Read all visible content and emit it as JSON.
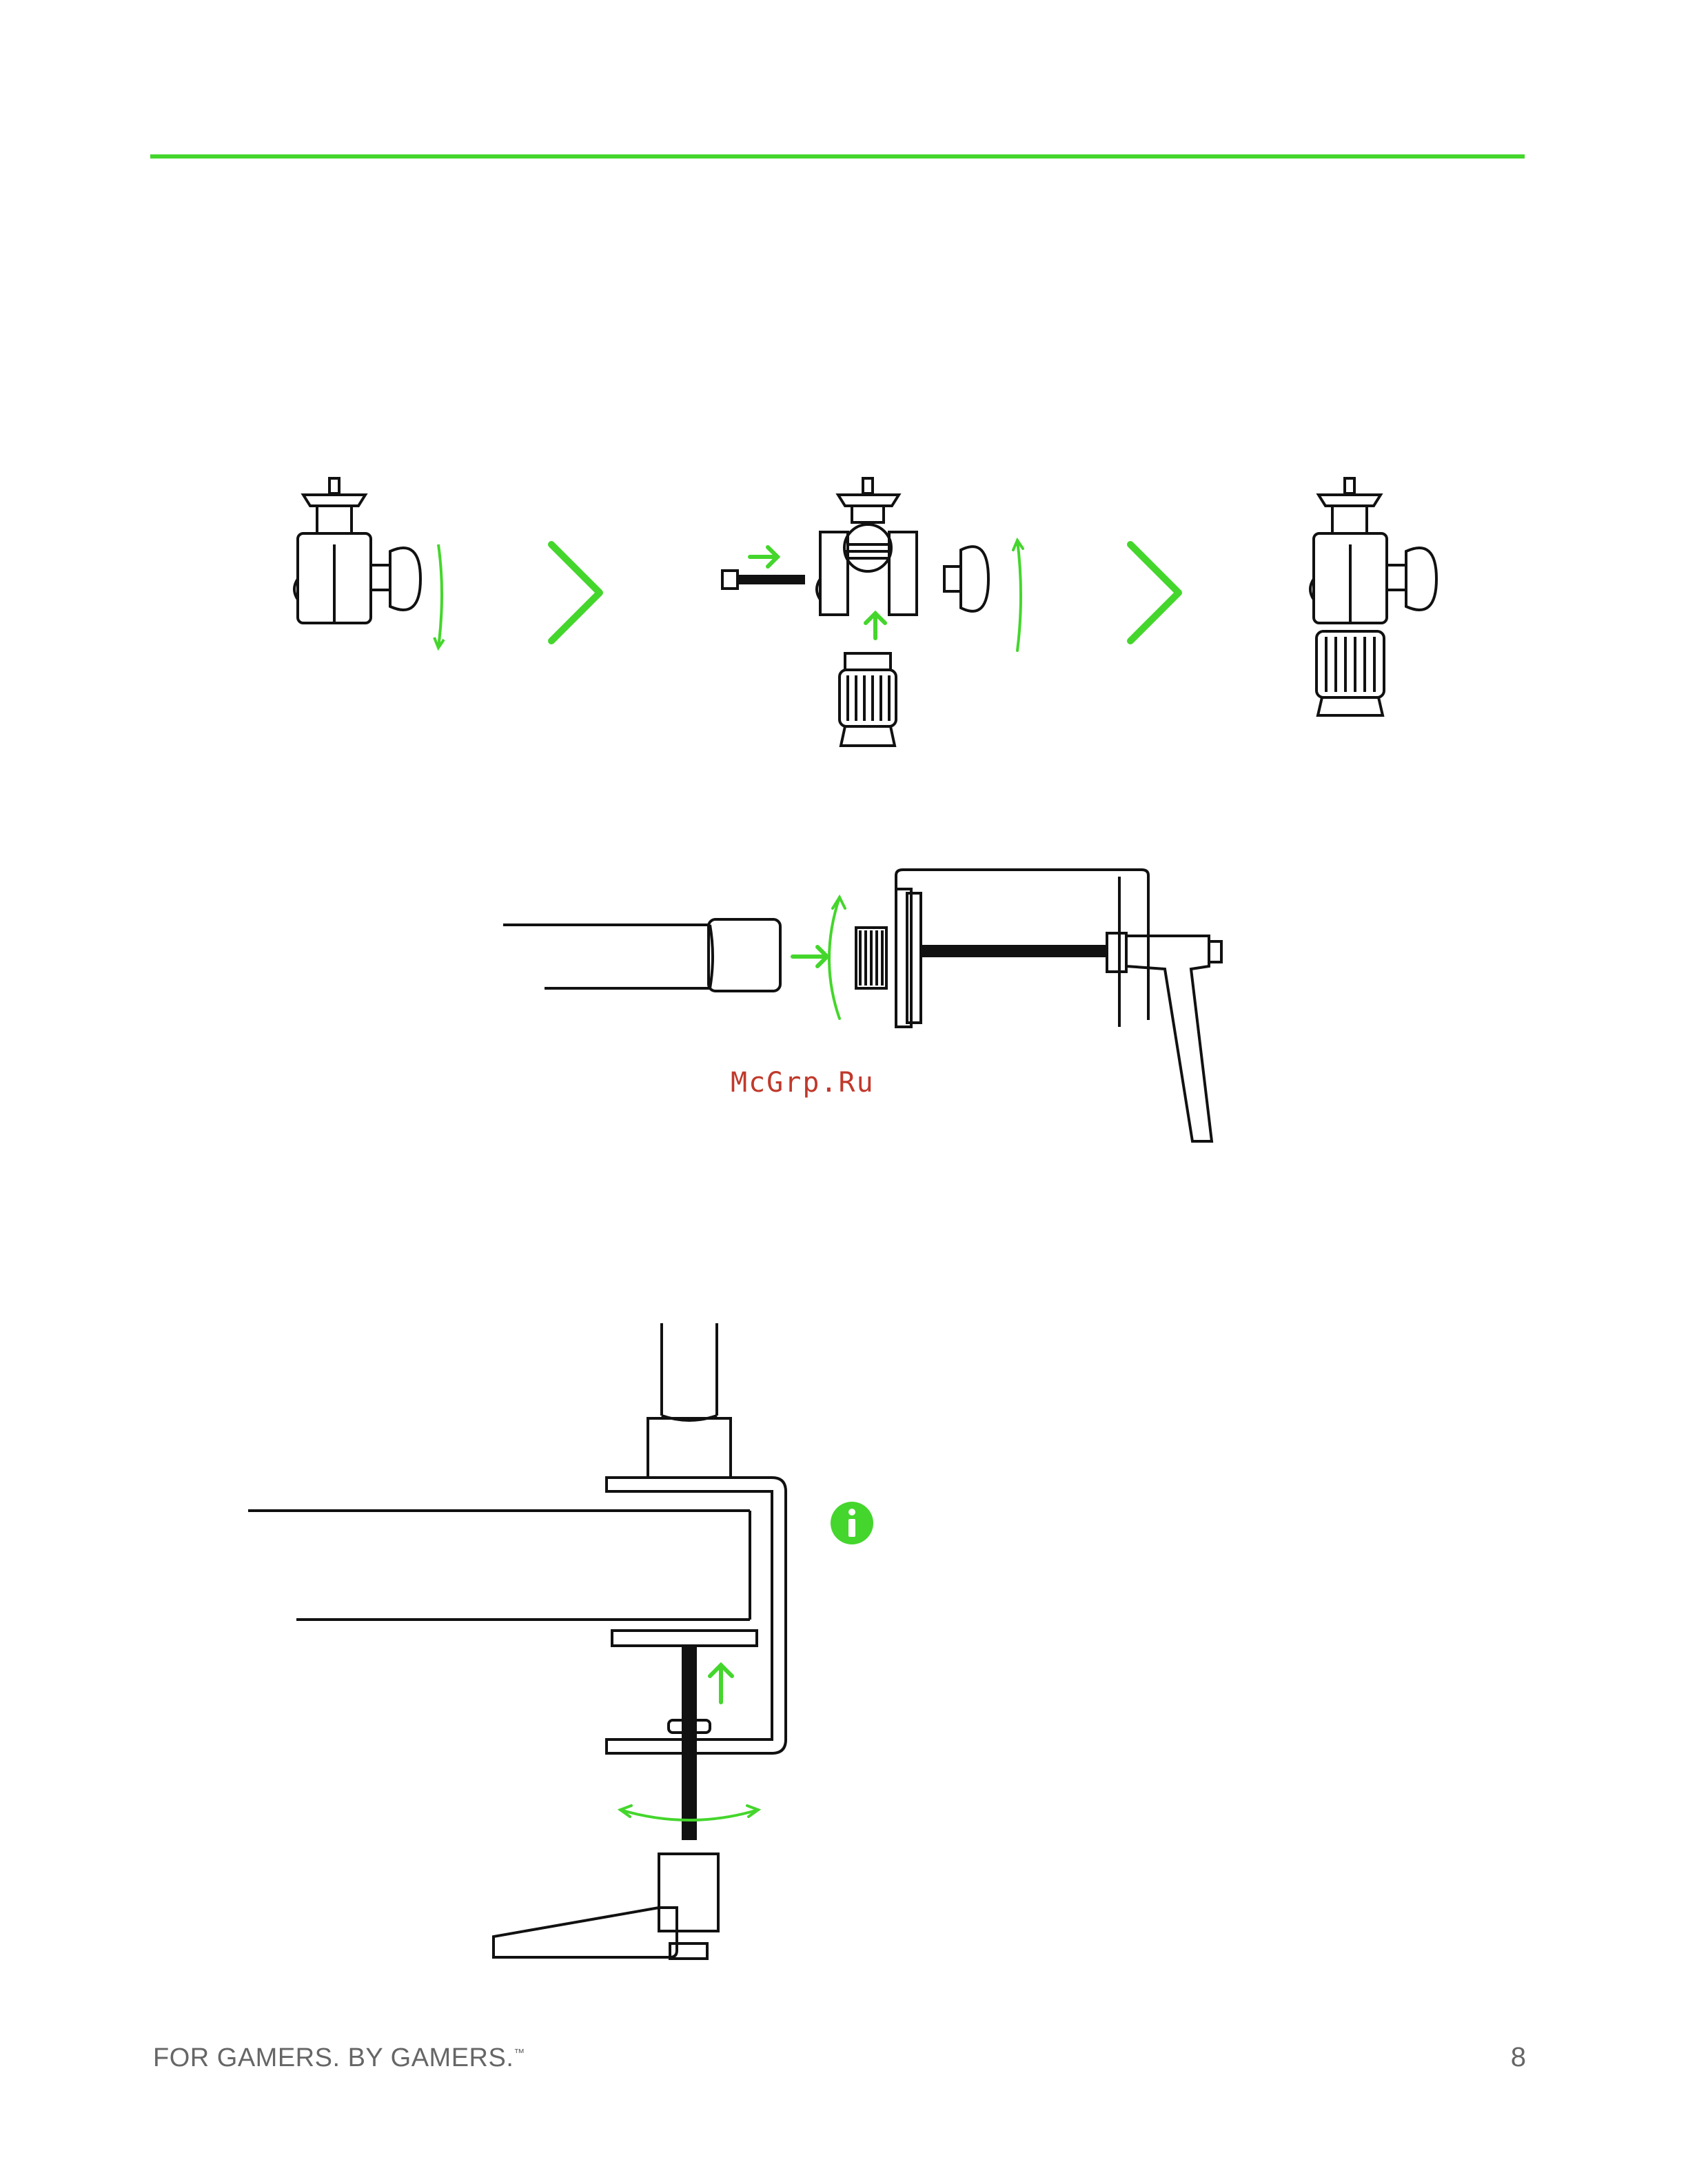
{
  "header": {
    "rule_color": "#44d62c"
  },
  "watermark": {
    "text": "McGrp.Ru"
  },
  "note": {
    "icon": "info-icon",
    "color": "#44d62c"
  },
  "footer": {
    "tagline": "FOR GAMERS. BY GAMERS.",
    "trademark": "™",
    "page_number": "8"
  },
  "colors": {
    "accent": "#44d62c",
    "line": "#111111",
    "text": "#666666"
  }
}
